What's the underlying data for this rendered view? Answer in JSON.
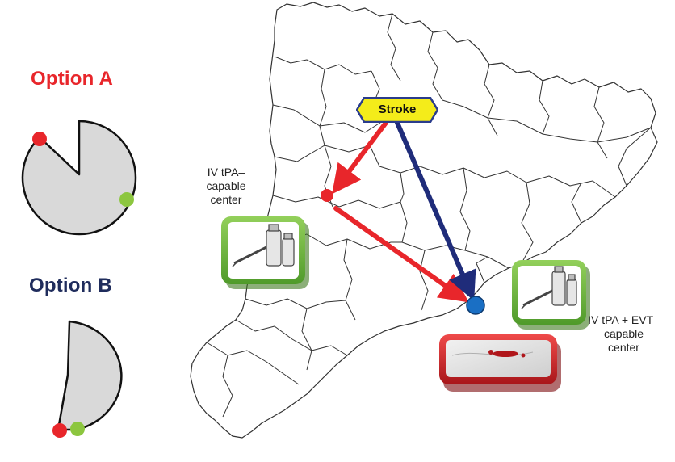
{
  "option_a": {
    "label": "Option A",
    "color": "#e8262b"
  },
  "option_b": {
    "label": "Option B",
    "color": "#1f2c5c"
  },
  "stroke": {
    "label": "Stroke",
    "fill": "#f4ec1a",
    "border": "#2a3c8c"
  },
  "tpa_center": {
    "lines": [
      "IV tPA–",
      "capable",
      "center"
    ]
  },
  "evt_center": {
    "lines": [
      "IV tPA + EVT–",
      "capable",
      "center"
    ]
  },
  "colors": {
    "red_route": "#e8262b",
    "blue_route": "#1f2c7a",
    "red_dot": "#e8262b",
    "blue_dot": "#1a6fc4",
    "green_dot": "#8cc63f",
    "green_frame": "#6fb83f",
    "red_frame": "#d42a2a",
    "pie_fill": "#d9d9d9",
    "map_stroke": "#333333"
  },
  "icons": {
    "tpa_center_icon": "vial-syringe-icon",
    "evt_center_icon": "vial-syringe-icon",
    "thrombus_icon": "blood-clot-icon",
    "map": "region-map"
  }
}
